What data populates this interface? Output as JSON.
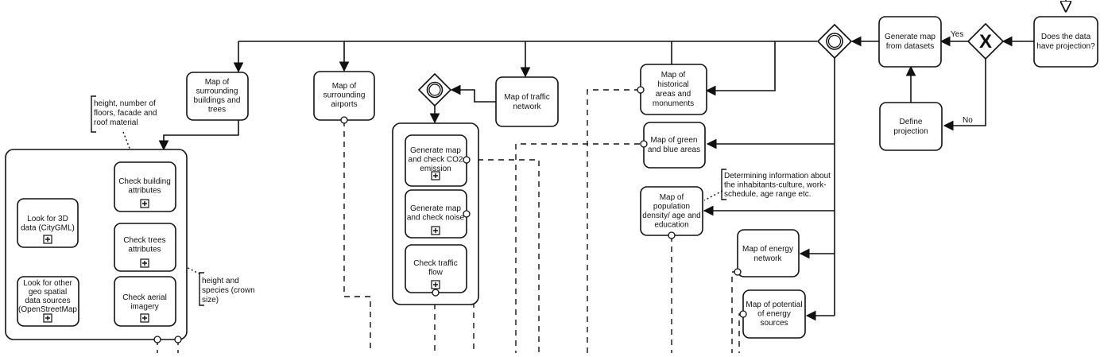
{
  "tasks": {
    "does_data_have_projection": [
      "Does the data",
      "have projection?"
    ],
    "generate_map_from_datasets": [
      "Generate map",
      "from datasets"
    ],
    "define_projection": [
      "Define",
      "projection"
    ],
    "map_historical": [
      "Map of",
      "historical",
      "areas and",
      "monuments"
    ],
    "map_green_blue": [
      "Map of green",
      "and blue areas"
    ],
    "map_population": [
      "Map of",
      "population",
      "density/ age and",
      "education"
    ],
    "map_energy_network": [
      "Map of energy",
      "network"
    ],
    "map_energy_sources": [
      "Map of potential",
      "of energy",
      "sources"
    ],
    "map_traffic_network": [
      "Map of traffic",
      "network"
    ],
    "map_airports": [
      "Map of",
      "surrounding",
      "airports"
    ],
    "map_buildings_trees": [
      "Map of",
      "surrounding",
      "buildings and",
      "trees"
    ],
    "generate_co2": [
      "Generate map",
      "and check CO2",
      "emission"
    ],
    "generate_noise": [
      "Generate map",
      "and check noise"
    ],
    "check_traffic_flow": [
      "Check traffic",
      "flow"
    ],
    "check_building_attributes": [
      "Check building",
      "attributes"
    ],
    "check_trees_attributes": [
      "Check trees",
      "attributes"
    ],
    "check_aerial_imagery": [
      "Check aerial",
      "imagery"
    ],
    "look_3d_data": [
      "Look for 3D",
      "data (CityGML)"
    ],
    "look_geo_sources": [
      "Look for other",
      "geo spatial",
      "data sources",
      "(OpenStreetMap"
    ]
  },
  "annotations": {
    "building_note": [
      "height, number of",
      "floors, facade and",
      "roof material"
    ],
    "trees_note": [
      "height and",
      "species (crown",
      "size)"
    ],
    "population_note": [
      "Determining information about",
      "the inhabitants-culture, work-",
      "schedule, age range etc."
    ]
  },
  "flow_labels": {
    "yes": "Yes",
    "no": "No"
  },
  "gateways": {
    "exclusive_symbol": "X"
  },
  "icons": {
    "subprocess": "subprocess-plus-icon",
    "event_gateway": "event-based-gateway-icon"
  }
}
